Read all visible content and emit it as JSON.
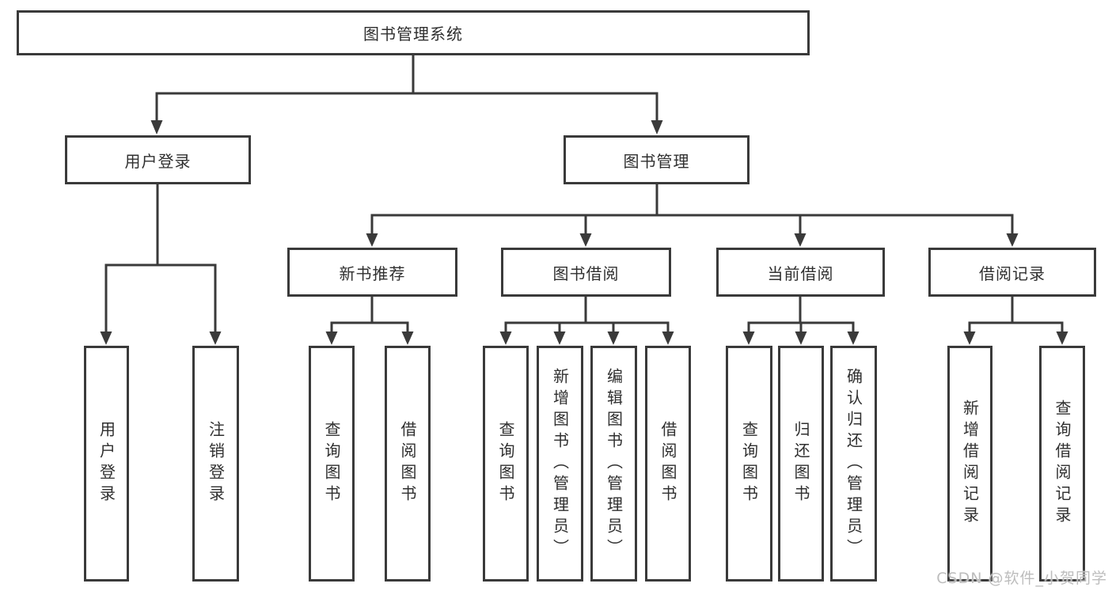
{
  "tree": {
    "root": {
      "label": "图书管理系统",
      "children": [
        {
          "label": "用户登录",
          "children": [
            {
              "label": "用户登录"
            },
            {
              "label": "注销登录"
            }
          ]
        },
        {
          "label": "图书管理",
          "children": [
            {
              "label": "新书推荐",
              "children": [
                {
                  "label": "查询图书"
                },
                {
                  "label": "借阅图书"
                }
              ]
            },
            {
              "label": "图书借阅",
              "children": [
                {
                  "label": "查询图书"
                },
                {
                  "label": "新增图书（管理员）"
                },
                {
                  "label": "编辑图书（管理员）"
                },
                {
                  "label": "借阅图书"
                }
              ]
            },
            {
              "label": "当前借阅",
              "children": [
                {
                  "label": "查询图书"
                },
                {
                  "label": "归还图书"
                },
                {
                  "label": "确认归还（管理员）"
                }
              ]
            },
            {
              "label": "借阅记录",
              "children": [
                {
                  "label": "新增借阅记录"
                },
                {
                  "label": "查询借阅记录"
                }
              ]
            }
          ]
        }
      ]
    }
  },
  "watermark": {
    "text": "CSDN @软件_小贺同学"
  },
  "colors": {
    "line": "#3a3a3a",
    "box_background": "#ffffff",
    "text": "#2f2f2f",
    "watermark": "#bdbdbd"
  }
}
